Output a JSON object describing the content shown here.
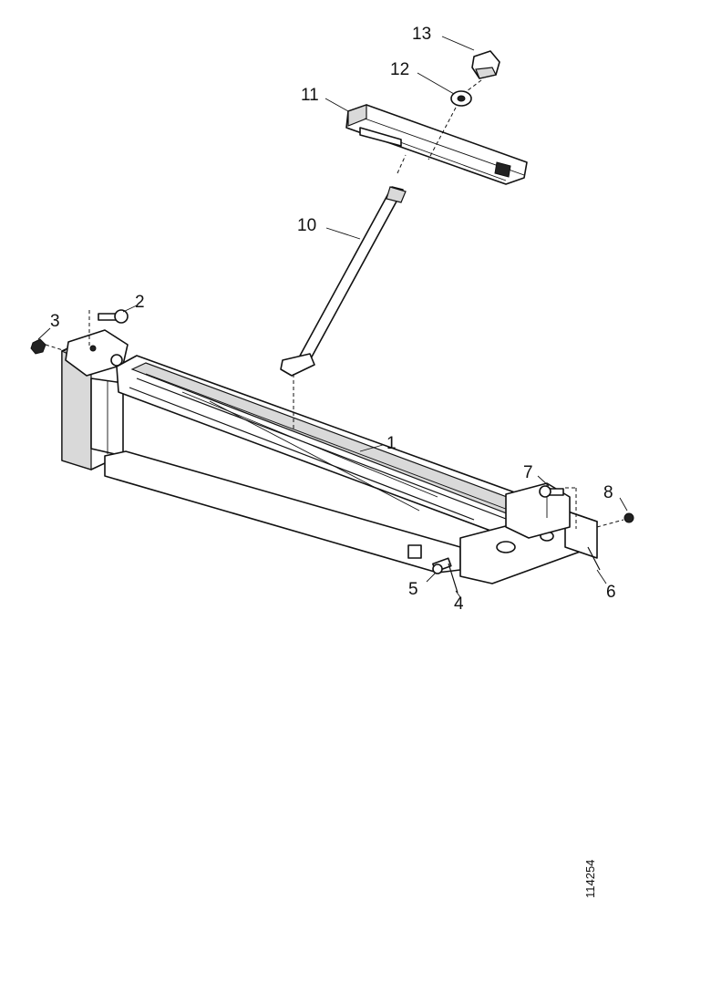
{
  "figure_ref": "114254",
  "callouts": [
    "1",
    "2",
    "3",
    "4",
    "5",
    "6",
    "7",
    "8",
    "10",
    "11",
    "12",
    "13"
  ]
}
